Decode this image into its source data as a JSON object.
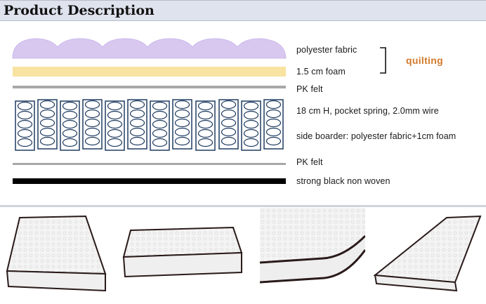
{
  "header": {
    "title": "Product Description"
  },
  "layers": {
    "polyester_fabric": "polyester fabric",
    "foam": "1.5 cm foam",
    "pk_felt_top": "PK felt",
    "pocket_spring": "18 cm H, pocket spring, 2.0mm wire",
    "side_boarder": "side boarder: polyester fabric+1cm foam",
    "pk_felt_bottom": "PK felt",
    "non_woven": "strong black non woven",
    "quilting": "quilting"
  },
  "colors": {
    "quilting_fabric": "#d8c8f0",
    "foam": "#f8e3a0",
    "felt": "#a8a8a8",
    "spring": "#1f3b60",
    "non_woven": "#000000",
    "quilting_label": "#d27a2a",
    "header_bg": "#dfe3ee"
  },
  "photos": [
    {
      "name": "mattress-angle-view"
    },
    {
      "name": "mattress-side-view"
    },
    {
      "name": "mattress-corner-closeup"
    },
    {
      "name": "mattress-long-angle-view"
    }
  ]
}
